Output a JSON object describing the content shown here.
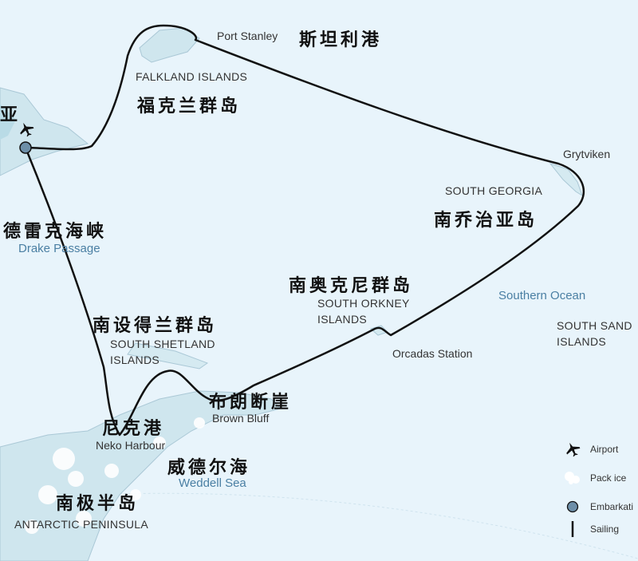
{
  "places": {
    "port_stanley": "Port Stanley",
    "port_stanley_cn": "斯坦利港",
    "falklands": "FALKLAND ISLANDS",
    "falklands_cn": "福克兰群岛",
    "grytviken": "Grytviken",
    "south_georgia": "SOUTH GEORGIA",
    "south_georgia_cn": "南乔治亚岛",
    "south_orkney_cn": "南奥克尼群岛",
    "south_orkney_l1": "SOUTH ORKNEY",
    "south_orkney_l2": "ISLANDS",
    "orcadas": "Orcadas Station",
    "south_shetland_cn": "南设得兰群岛",
    "south_shetland_l1": "SOUTH SHETLAND",
    "south_shetland_l2": "ISLANDS",
    "brown_bluff_cn": "布朗断崖",
    "brown_bluff": "Brown Bluff",
    "neko_cn": "尼克港",
    "neko": "Neko Harbour",
    "peninsula_cn": "南极半岛",
    "peninsula": "ANTARCTIC PENINSULA",
    "drake_cn": "德雷克海峡",
    "drake": "Drake Passage",
    "weddell_cn": "威德尔海",
    "weddell": "Weddell Sea",
    "southern_ocean": "Southern Ocean",
    "south_sandwich_l1": "SOUTH SAND",
    "south_sandwich_l2": "ISLANDS",
    "ushuaia_cn_partial": "亚"
  },
  "legend": {
    "airport": "Airport",
    "pack_ice": "Pack ice",
    "embarkation": "Embarkati",
    "sailing": "Sailing"
  },
  "colors": {
    "ocean": "#e8f4fb",
    "land": "#cfe6ee",
    "ice": "#ffffff",
    "route": "#111111",
    "embark": "#6d8fa8"
  }
}
